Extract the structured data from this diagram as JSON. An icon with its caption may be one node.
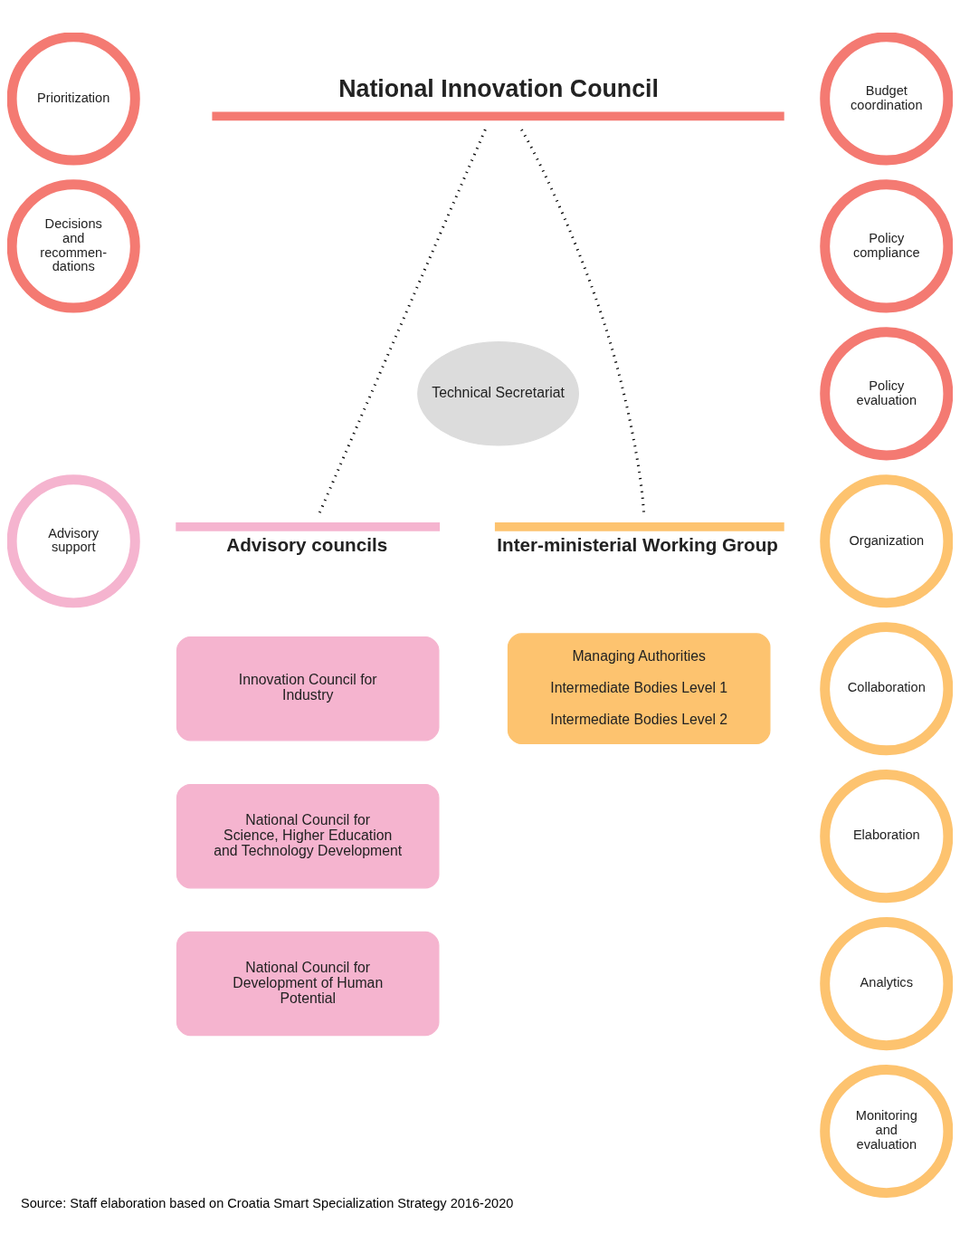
{
  "diagram": {
    "caption": "Source: Staff elaboration based on Croatia Smart Specialization Strategy 2016-2020",
    "nodes": [
      {
        "text": [
          "Prioritization"
        ]
      },
      {
        "text": [
          "Budget coordination"
        ]
      },
      {
        "text": [
          "National Innovation Council"
        ]
      },
      {
        "text": [
          "Decisions and recommen-dations"
        ]
      },
      {
        "text": [
          "Policy compliance"
        ]
      },
      {
        "text": [
          "Technical Secretariat"
        ]
      },
      {
        "text": [
          "Policy evaluation"
        ]
      },
      {
        "text": [
          "Advisory support"
        ]
      },
      {
        "text": [
          "Advisory councils"
        ]
      },
      {
        "text": [
          "Inter-ministerial Working Group"
        ]
      },
      {
        "text": [
          "Organization"
        ]
      },
      {
        "text": [
          "Innovation Council for Industry"
        ]
      },
      {
        "text": [
          "Managing Authorities",
          "Intermediate Bodies Level 1",
          "Intermediate Bodies Level 2"
        ]
      },
      {
        "text": [
          "Collaboration"
        ]
      },
      {
        "text": [
          "National Council for Science, Higher Education and Technology Development"
        ]
      },
      {
        "text": [
          "Elaboration"
        ]
      },
      {
        "text": [
          "National Council for Development of Human Potential"
        ]
      },
      {
        "text": [
          "Analytics"
        ]
      },
      {
        "text": [
          "Monitoring and evaluation"
        ]
      }
    ],
    "edges": [
      {
        "from": 2,
        "to": 8,
        "arrow": "none",
        "style": "dashed"
      },
      {
        "from": 2,
        "to": 9,
        "arrow": "none",
        "style": "dashed"
      }
    ]
  }
}
